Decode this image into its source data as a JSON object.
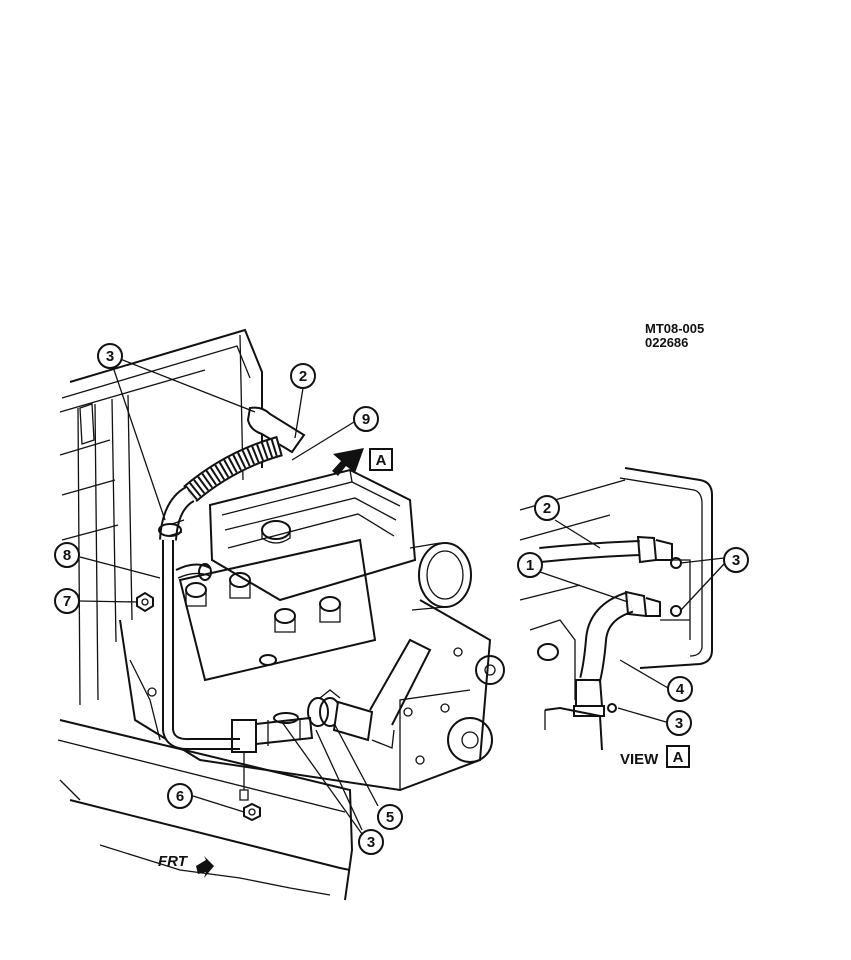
{
  "figure": {
    "code_line1": "MT08-005",
    "code_line2": "022686"
  },
  "callouts": {
    "c3a": "3",
    "c2a": "2",
    "c9": "9",
    "c8": "8",
    "c7": "7",
    "c6": "6",
    "c5": "5",
    "c3b": "3",
    "c2b": "2",
    "c1": "1",
    "c3c": "3",
    "c4": "4",
    "c3d": "3"
  },
  "view_arrow_letter": "A",
  "view_label": {
    "word": "VIEW",
    "letter": "A"
  },
  "front_label": "FRT"
}
